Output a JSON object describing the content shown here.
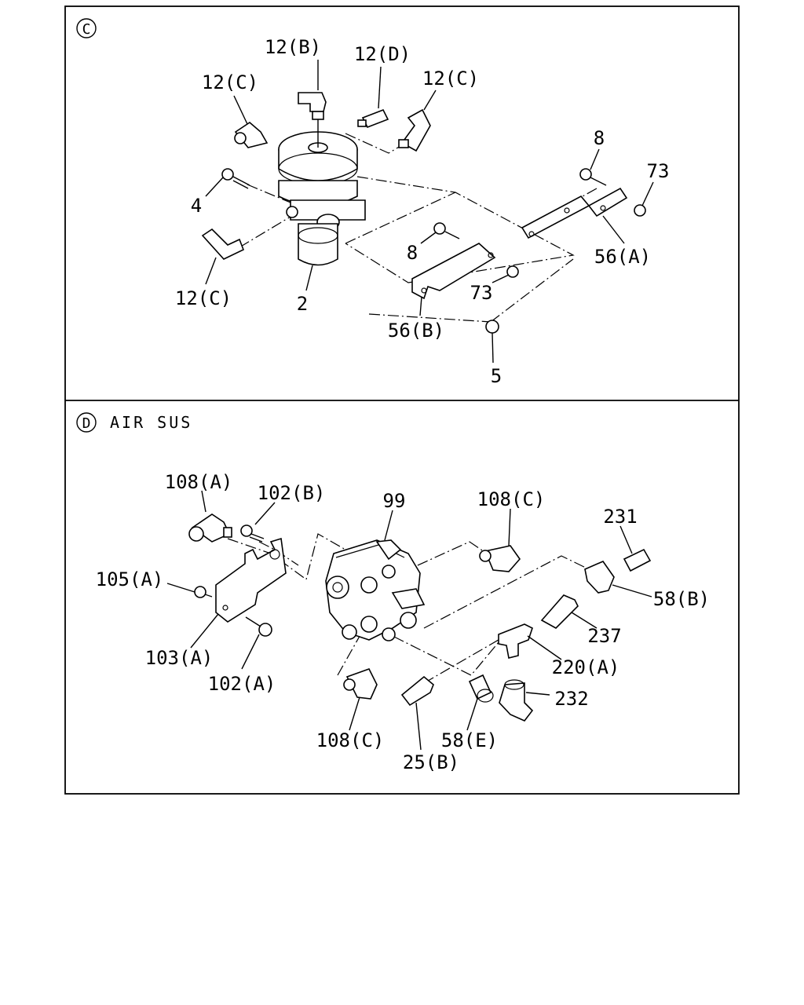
{
  "sections": [
    {
      "marker": "C",
      "title": "",
      "labels": [
        "12(B)",
        "12(D)",
        "12(C)",
        "12(C)",
        "8",
        "73",
        "4",
        "56(A)",
        "8",
        "12(C)",
        "73",
        "2",
        "56(B)",
        "5"
      ]
    },
    {
      "marker": "D",
      "title": "AIR SUS",
      "labels": [
        "108(A)",
        "102(B)",
        "99",
        "108(C)",
        "231",
        "105(A)",
        "58(B)",
        "237",
        "103(A)",
        "220(A)",
        "102(A)",
        "232",
        "108(C)",
        "58(E)",
        "25(B)"
      ]
    }
  ]
}
